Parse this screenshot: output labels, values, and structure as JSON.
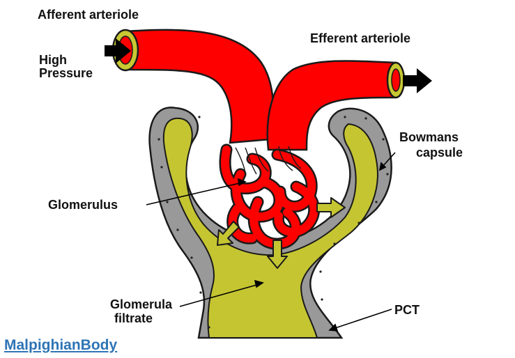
{
  "labels": {
    "afferent_arteriole": "Afferent arteriole",
    "high": "High",
    "pressure": "Pressure",
    "efferent_arteriole": "Efferent arteriole",
    "bowmans": "Bowmans",
    "capsule": "capsule",
    "glomerulus": "Glomerulus",
    "glomerula": "Glomerula",
    "filtrate": "filtrate",
    "pct": "PCT"
  },
  "caption": "MalpighianBody",
  "colors": {
    "vessel_red": "#ff0000",
    "vessel_outline": "#1a1a1a",
    "vessel_rim": "#c8c832",
    "capsule_wall_gray": "#999999",
    "filtrate_yellow": "#c5c532",
    "arrow_black": "#000000",
    "caption_blue": "#2e74b5"
  }
}
